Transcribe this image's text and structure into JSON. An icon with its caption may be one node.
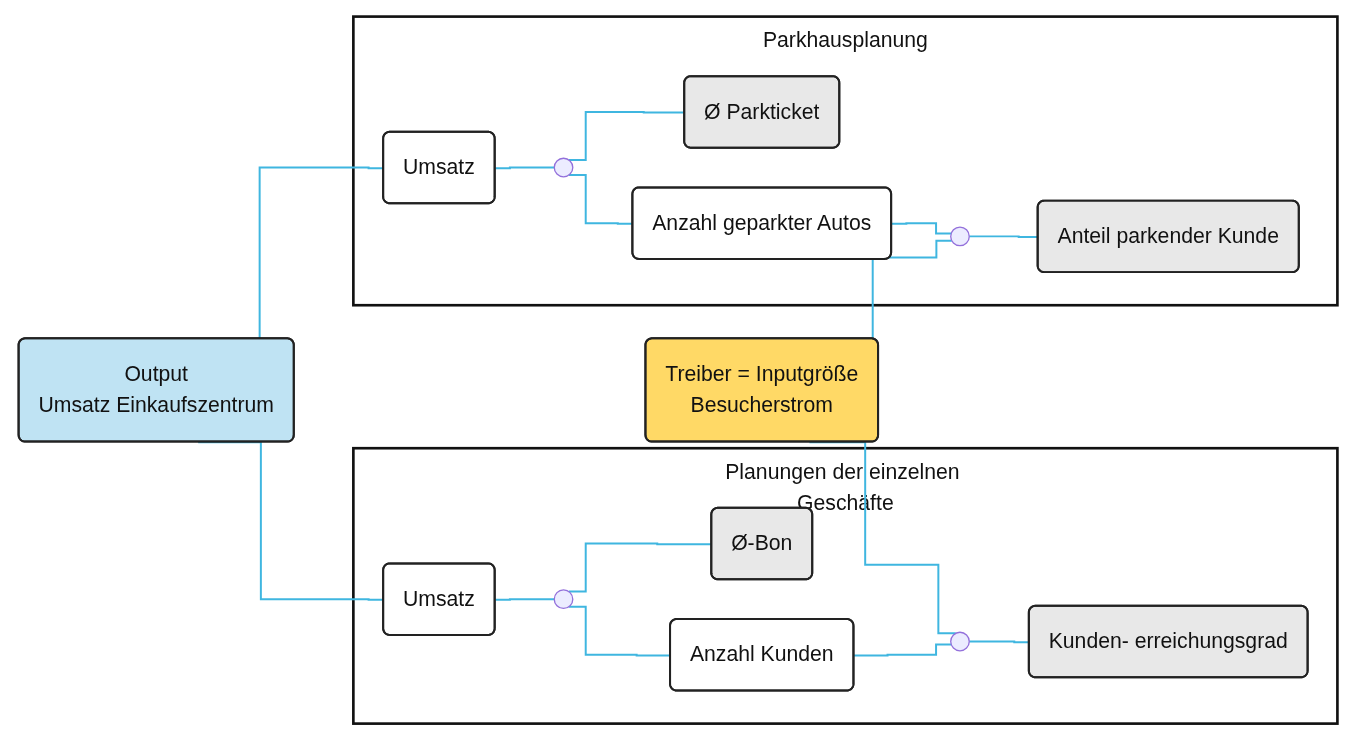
{
  "diagram": {
    "nodes": [
      {
        "text": [
          "Parkhausplanung"
        ]
      },
      {
        "text": [
          "Umsatz"
        ],
        "in": 0
      },
      {
        "text": [],
        "shape": "circle",
        "in": 0
      },
      {
        "text": [
          "Ø Parkticket"
        ],
        "in": 0
      },
      {
        "text": [
          "Anzahl geparkter Autos"
        ],
        "in": 0
      },
      {
        "text": [],
        "shape": "circle",
        "in": 0
      },
      {
        "text": [
          "Anteil parkender Kunde"
        ],
        "in": 0
      },
      {
        "text": [
          "Output",
          "Umsatz Einkaufszentrum"
        ]
      },
      {
        "text": [
          "Treiber = Inputgröße",
          "Besucherstrom"
        ]
      },
      {
        "text": [
          "Planungen der einzelnen Geschäfte"
        ]
      },
      {
        "text": [
          "Umsatz"
        ],
        "in": 9
      },
      {
        "text": [],
        "shape": "circle",
        "in": 9
      },
      {
        "text": [
          "Ø-Bon"
        ],
        "in": 9
      },
      {
        "text": [
          "Anzahl Kunden"
        ],
        "in": 9
      },
      {
        "text": [],
        "shape": "circle",
        "in": 9
      },
      {
        "text": [
          "Kunden- erreichungsgrad"
        ],
        "in": 9
      }
    ],
    "edges": [
      {
        "from": 7,
        "to": 1,
        "arrow": "none"
      },
      {
        "from": 1,
        "to": 2,
        "arrow": "none"
      },
      {
        "from": 2,
        "to": 3,
        "arrow": "none"
      },
      {
        "from": 2,
        "to": 4,
        "arrow": "none"
      },
      {
        "from": 4,
        "to": 5,
        "arrow": "none"
      },
      {
        "from": 5,
        "to": 6,
        "arrow": "none"
      },
      {
        "from": 8,
        "to": 5,
        "arrow": "none"
      },
      {
        "from": 7,
        "to": 10,
        "arrow": "none"
      },
      {
        "from": 10,
        "to": 11,
        "arrow": "none"
      },
      {
        "from": 11,
        "to": 12,
        "arrow": "none"
      },
      {
        "from": 11,
        "to": 13,
        "arrow": "none"
      },
      {
        "from": 13,
        "to": 14,
        "arrow": "none"
      },
      {
        "from": 14,
        "to": 15,
        "arrow": "none"
      },
      {
        "from": 8,
        "to": 14,
        "arrow": "none"
      }
    ]
  }
}
